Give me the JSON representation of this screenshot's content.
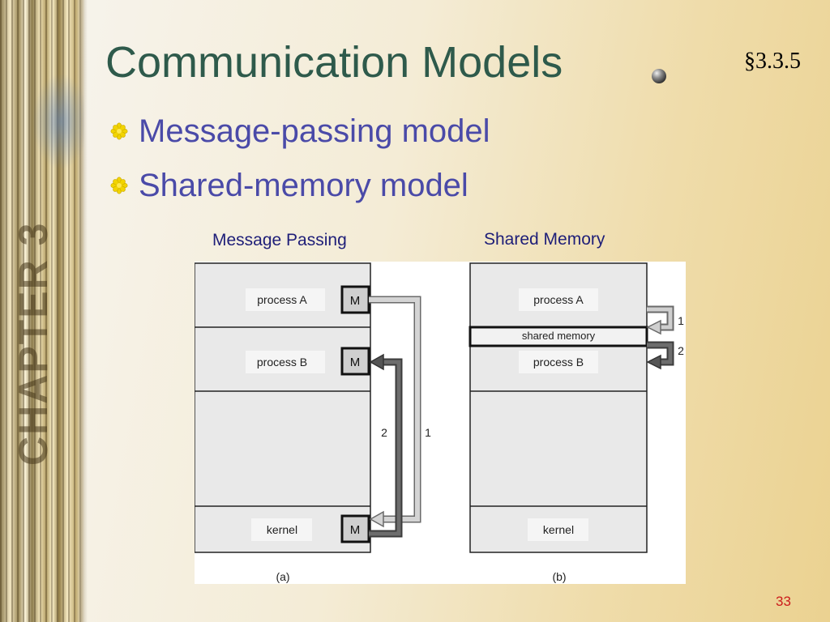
{
  "sidebar": {
    "label": "CHAPTER 3"
  },
  "slide": {
    "title": "Communication Models",
    "section_ref": "§3.3.5",
    "bullets": [
      "Message-passing model",
      "Shared-memory model"
    ],
    "page_number": "33",
    "title_color": "#2e5a4b",
    "bullet_text_color": "#4a4aa8",
    "bullet_icon": "yellow-flower-icon"
  },
  "diagram": {
    "message_passing_title": "Message Passing",
    "shared_memory_title": "Shared Memory",
    "message_passing": {
      "process_a": "process A",
      "process_b": "process B",
      "kernel": "kernel",
      "mailbox": "M",
      "arrow_1": "1",
      "arrow_2": "2",
      "caption": "(a)"
    },
    "shared_memory": {
      "process_a": "process A",
      "shared": "shared memory",
      "process_b": "process B",
      "kernel": "kernel",
      "arrow_1": "1",
      "arrow_2": "2",
      "caption": "(b)"
    }
  }
}
